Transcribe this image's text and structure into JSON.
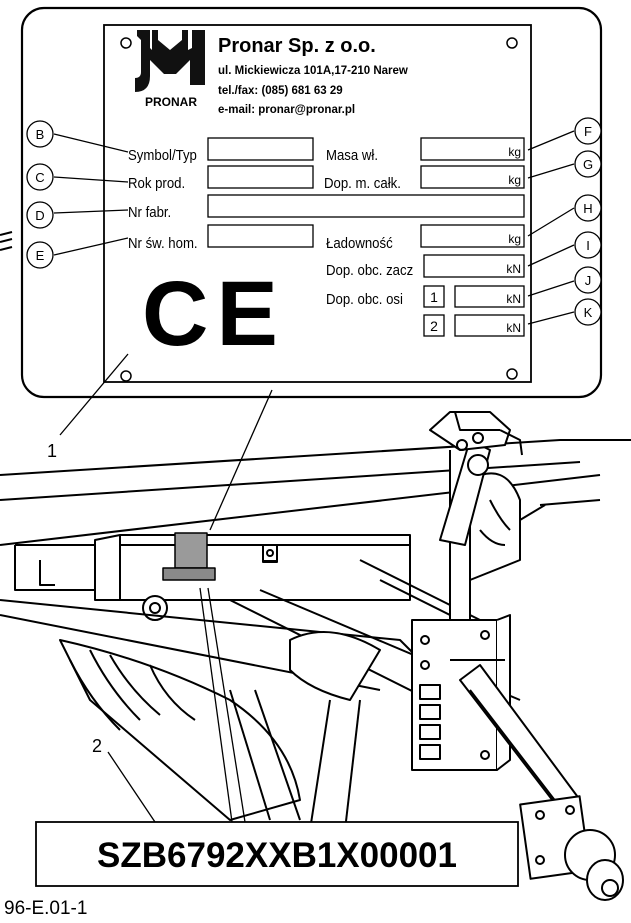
{
  "plate": {
    "company": "Pronar Sp. z o.o.",
    "address": "ul. Mickiewicza 101A,17-210 Narew",
    "phone": "tel./fax: (085) 681 63 29",
    "email": "e-mail: pronar@pronar.pl",
    "logo_text": "PRONAR",
    "ce_mark": "CE",
    "fields_left": [
      {
        "label": "Symbol/Typ",
        "callout": "B"
      },
      {
        "label": "Rok prod.",
        "callout": "C"
      },
      {
        "label": "Nr fabr.",
        "callout": "D"
      },
      {
        "label": "Nr św. hom.",
        "callout": "E"
      }
    ],
    "fields_right": [
      {
        "label": "Masa wł.",
        "unit": "kg",
        "callout": "F"
      },
      {
        "label": "Dop. m. całk.",
        "unit": "kg",
        "callout": "G"
      },
      {
        "label": "Ładowność",
        "unit": "kg",
        "callout": "H"
      },
      {
        "label": "Dop. obc. zacz",
        "unit": "kN",
        "callout": "I"
      },
      {
        "label": "Dop. obc. osi",
        "axle": "1",
        "unit": "kN",
        "callout": "J"
      },
      {
        "axle": "2",
        "unit": "kN",
        "callout": "K"
      }
    ]
  },
  "callouts": {
    "plate": "1",
    "vin": "2"
  },
  "vin_plate": {
    "number": "SZB6792XXB1X00001"
  },
  "figure_id": "96-E.01-1"
}
